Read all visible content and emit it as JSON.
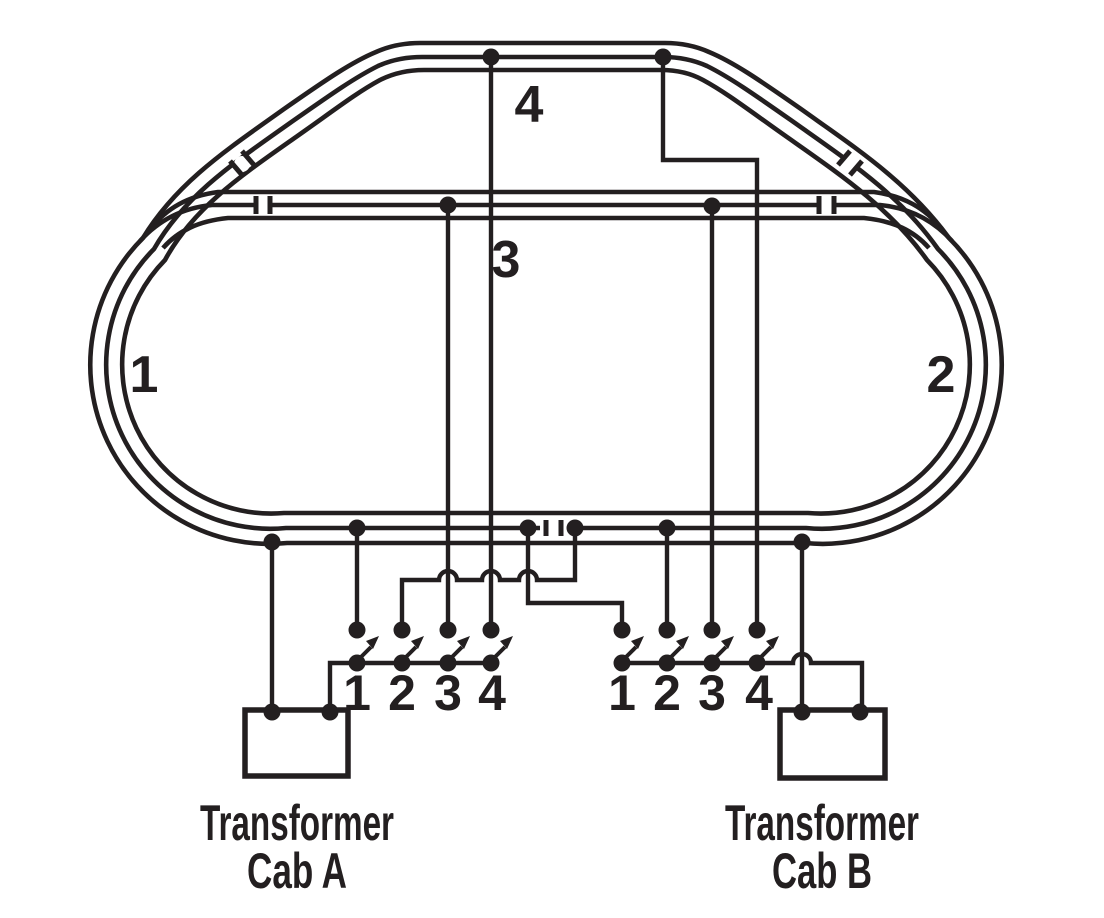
{
  "diagram_title": "Two-cab block control wiring for a model railroad oval with passing siding and over-the-top route",
  "colors": {
    "ink": "#231f20",
    "paper": "#ffffff"
  },
  "blocks": {
    "b1": "1",
    "b2": "2",
    "b3": "3",
    "b4": "4",
    "descriptions": {
      "b1": "left end loop / left half of outer oval",
      "b2": "right end loop / right half of outer oval",
      "b3": "middle passing siding",
      "b4": "top track section"
    }
  },
  "cab_a": {
    "switches": [
      "1",
      "2",
      "3",
      "4"
    ],
    "caption": [
      "Transformer",
      "Cab A"
    ]
  },
  "cab_b": {
    "switches": [
      "1",
      "2",
      "3",
      "4"
    ],
    "caption": [
      "Transformer",
      "Cab B"
    ]
  },
  "symbols": {
    "dot": "rail/wire connection tap",
    "double-tick": "insulated rail gap (block boundary)",
    "arc-bump": "wire crossover without connection",
    "arrow": "selector toggle switch (open, pointing up-right)"
  },
  "connections": [
    "Block 1 center rail tap — Cab A switch 1 and Cab B switch 1",
    "Block 2 center rail tap — Cab A switch 2 and Cab B switch 2",
    "Block 3 siding center rail tap — Cab A switch 3 and Cab B switch 3",
    "Block 4 top track center rail tap — Cab A switch 4 and Cab B switch 4",
    "Outside rail common — Cab A left terminal and Cab B left terminal",
    "Cab A right terminal — switch bus 1-4 (left bank)",
    "Cab B right terminal — switch bus 1-4 (right bank)"
  ]
}
